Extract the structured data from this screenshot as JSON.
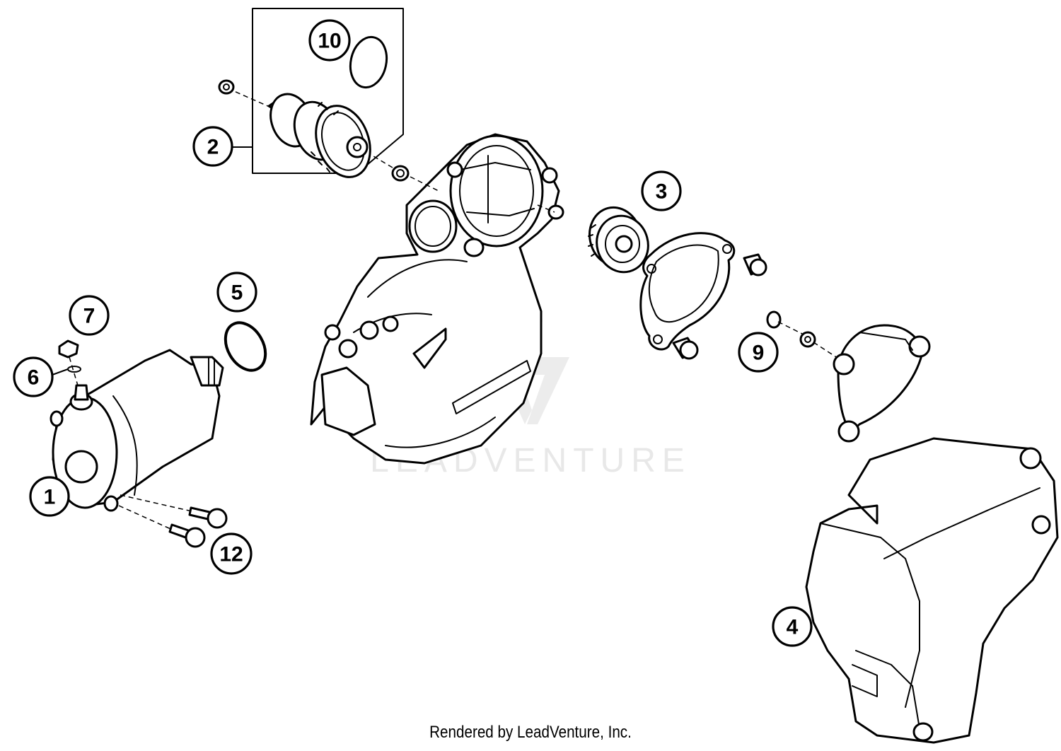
{
  "watermark": {
    "text": "LEADVENTURE"
  },
  "footer": {
    "credit": "Rendered by LeadVenture, Inc."
  },
  "callouts": [
    {
      "id": "c1",
      "label": "1"
    },
    {
      "id": "c2",
      "label": "2"
    },
    {
      "id": "c3",
      "label": "3"
    },
    {
      "id": "c4",
      "label": "4"
    },
    {
      "id": "c5",
      "label": "5"
    },
    {
      "id": "c6",
      "label": "6"
    },
    {
      "id": "c7",
      "label": "7"
    },
    {
      "id": "c9",
      "label": "9"
    },
    {
      "id": "c10",
      "label": "10"
    },
    {
      "id": "c12",
      "label": "12"
    }
  ]
}
